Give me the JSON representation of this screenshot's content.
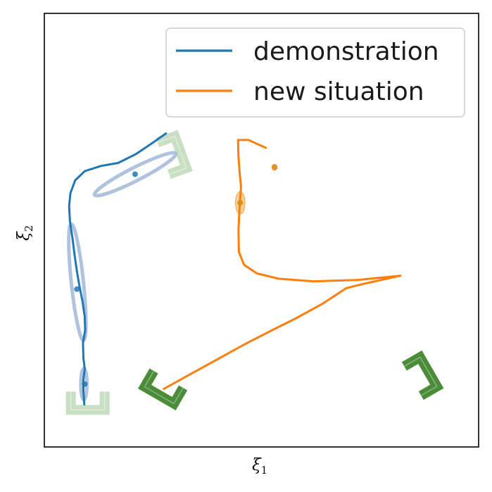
{
  "chart_data": {
    "type": "line",
    "xlabel": "ξ",
    "xlabel_sub": "1",
    "ylabel": "ξ",
    "ylabel_sub": "2",
    "xlim": [
      0,
      100
    ],
    "ylim": [
      0,
      100
    ],
    "ticks": "hidden",
    "grid": false,
    "legend": {
      "position": "top-right"
    },
    "colors": {
      "demonstration": "#1f77b4",
      "new_situation": "#ff7f0e",
      "frame_faded": "#b7d4b0",
      "frame_solid": "#4a8c3a",
      "ellipse_blue": "#a6bddb",
      "ellipse_orange": "#e6a640"
    },
    "series": [
      {
        "name": "demonstration",
        "color": "#1f77b4",
        "points": [
          [
            9.2,
            9.8
          ],
          [
            9.0,
            13.0
          ],
          [
            9.0,
            15.5
          ],
          [
            9.3,
            18.0
          ],
          [
            9.0,
            20.5
          ],
          [
            8.9,
            24.0
          ],
          [
            9.4,
            27.0
          ],
          [
            9.3,
            30.0
          ],
          [
            8.8,
            33.5
          ],
          [
            8.1,
            37.0
          ],
          [
            7.5,
            40.5
          ],
          [
            7.0,
            44.0
          ],
          [
            6.5,
            48.0
          ],
          [
            5.9,
            52.0
          ],
          [
            5.7,
            55.5
          ],
          [
            6.0,
            58.5
          ],
          [
            7.1,
            61.5
          ],
          [
            9.3,
            63.6
          ],
          [
            13.0,
            64.8
          ],
          [
            17.0,
            65.5
          ],
          [
            21.0,
            67.5
          ],
          [
            25.0,
            70.2
          ],
          [
            28.0,
            72.3
          ]
        ]
      },
      {
        "name": "new situation",
        "color": "#ff7f0e",
        "points": [
          [
            27.5,
            13.4
          ],
          [
            34.0,
            17.0
          ],
          [
            40.0,
            20.3
          ],
          [
            46.0,
            23.6
          ],
          [
            52.0,
            26.7
          ],
          [
            58.0,
            29.7
          ],
          [
            64.0,
            33.0
          ],
          [
            69.5,
            36.6
          ],
          [
            73.0,
            37.5
          ],
          [
            82.0,
            39.5
          ],
          [
            72.0,
            38.5
          ],
          [
            62.0,
            38.2
          ],
          [
            54.0,
            38.8
          ],
          [
            49.0,
            40.0
          ],
          [
            46.0,
            42.0
          ],
          [
            44.8,
            45.0
          ],
          [
            44.7,
            50.0
          ],
          [
            45.0,
            56.0
          ],
          [
            45.3,
            60.0
          ],
          [
            45.0,
            63.0
          ],
          [
            44.7,
            67.0
          ],
          [
            44.6,
            70.8
          ],
          [
            47.0,
            70.8
          ],
          [
            51.0,
            69.0
          ]
        ]
      }
    ],
    "markers": {
      "demonstration": [
        [
          9.3,
          14.5
        ],
        [
          7.5,
          36.4
        ],
        [
          20.9,
          62.9
        ]
      ],
      "new_situation": [
        [
          45.1,
          56.3
        ],
        [
          53.0,
          64.5
        ]
      ]
    },
    "ellipses": [
      {
        "series": "demonstration",
        "cx": 9.1,
        "cy": 14.5,
        "rx": 0.7,
        "ry": 3.6,
        "rot": 0
      },
      {
        "series": "demonstration",
        "cx": 7.6,
        "cy": 38.0,
        "rx": 1.4,
        "ry": 13.5,
        "rot": -6
      },
      {
        "series": "demonstration",
        "cx": 20.9,
        "cy": 62.9,
        "rx": 1.5,
        "ry": 10.5,
        "rot": 63
      },
      {
        "series": "new situation",
        "cx": 45.1,
        "cy": 56.3,
        "rx": 1.1,
        "ry": 2.6,
        "rot": 0
      },
      {
        "series": "new situation",
        "cx": 53.0,
        "cy": 64.5,
        "rx": 0.6,
        "ry": 0.7,
        "rot": 0
      }
    ],
    "frames": [
      {
        "style": "faded",
        "cx": 10.0,
        "cy": 10.0,
        "rot": 0
      },
      {
        "style": "faded",
        "cx": 30.0,
        "cy": 67.5,
        "rot": -110
      },
      {
        "style": "solid",
        "cx": 27.2,
        "cy": 13.2,
        "rot": 30
      },
      {
        "style": "solid",
        "cx": 87.2,
        "cy": 16.6,
        "rot": -120
      }
    ]
  }
}
